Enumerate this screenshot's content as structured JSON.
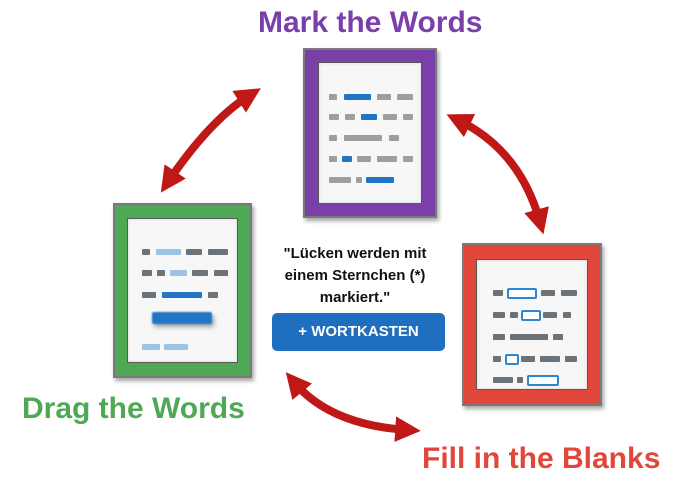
{
  "titles": {
    "mark": "Mark the Words",
    "drag": "Drag the Words",
    "fill": "Fill in the Blanks"
  },
  "center": {
    "quote": "\"Lücken werden mit einem Sternchen (*) markiert.\"",
    "button_label": "+ WORTKASTEN"
  },
  "colors": {
    "mark": "#7a3fa8",
    "drag": "#4fa855",
    "fill": "#e0473a",
    "arrow": "#c01717",
    "accent_blue": "#1f6fc1"
  },
  "icons": [
    "arrow-mark-fill-icon",
    "arrow-fill-drag-icon",
    "arrow-drag-mark-icon"
  ]
}
